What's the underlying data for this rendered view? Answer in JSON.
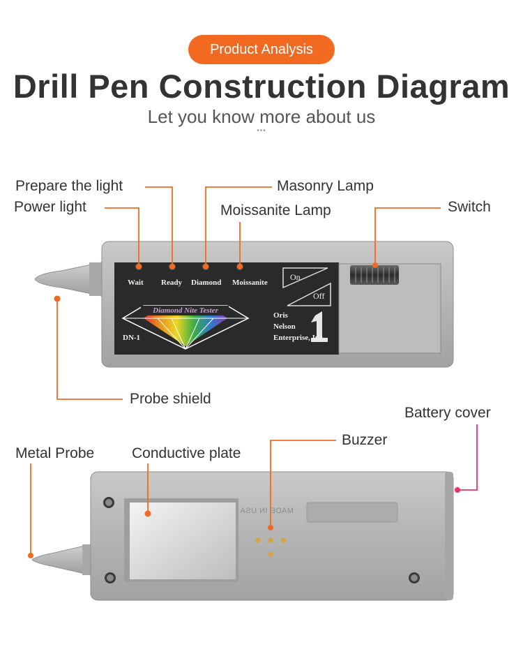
{
  "header": {
    "badge": "Product Analysis",
    "title": "Drill Pen Construction Diagram",
    "subtitle": "Let you know more about us",
    "dots": "•••"
  },
  "colors": {
    "accent": "#f26a21",
    "battery_line": "#e8336b",
    "device_body": "#b3b3b3",
    "panel": "#2a2a2a"
  },
  "front_labels": {
    "prepare_light": "Prepare the light",
    "power_light": "Power light",
    "masonry_lamp": "Masonry Lamp",
    "moissanite_lamp": "Moissanite Lamp",
    "switch": "Switch",
    "probe_shield": "Probe shield"
  },
  "back_labels": {
    "battery_cover": "Battery cover",
    "buzzer": "Buzzer",
    "metal_probe": "Metal Probe",
    "conductive_plate": "Conductive plate"
  },
  "device_front": {
    "indicators": [
      "Wait",
      "Ready",
      "Diamond",
      "Moissanite"
    ],
    "brand_banner": "Diamond Nite Tester",
    "model": "DN-1",
    "on_label": "On",
    "off_label": "Off",
    "maker_lines": [
      "Oris",
      "Nelson",
      "Enterprise, Inc."
    ],
    "maker_logo": "1"
  },
  "device_back": {
    "made_in": "MADE IN USA"
  }
}
